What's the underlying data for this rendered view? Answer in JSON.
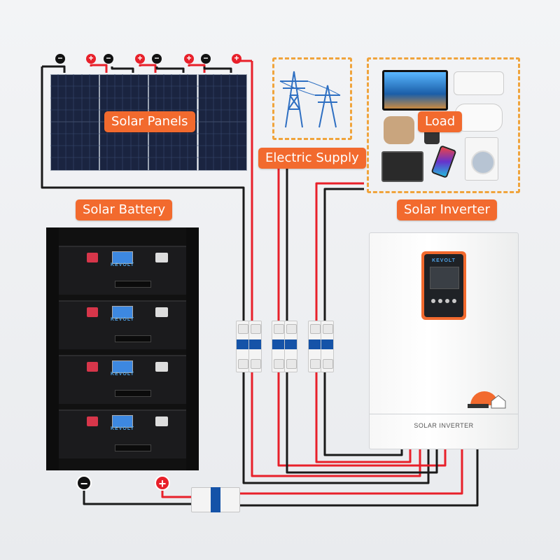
{
  "labels": {
    "solar_panels": "Solar Panels",
    "electric_supply": "Electric Supply",
    "load": "Load",
    "solar_battery": "Solar Battery",
    "solar_inverter": "Solar Inverter"
  },
  "inverter": {
    "brand": "KEVOLT",
    "caption": "SOLAR INVERTER"
  },
  "battery": {
    "brand": "KEVOLT",
    "module_count": 4
  },
  "terminals": {
    "negative": "−",
    "positive": "+"
  },
  "colors": {
    "accent": "#f26a2e",
    "dashed_border": "#f0a43c",
    "wire_red": "#e8202a",
    "wire_black": "#1a1a1a",
    "breaker_lever": "#1553a8"
  },
  "icons": {
    "grid": "transmission-tower-icon",
    "load_appliances": [
      "tv-icon",
      "air-conditioner-icon",
      "rice-cooker-icon",
      "kettle-icon",
      "water-heater-icon",
      "oven-icon",
      "smartphone-icon",
      "washing-machine-icon"
    ]
  }
}
